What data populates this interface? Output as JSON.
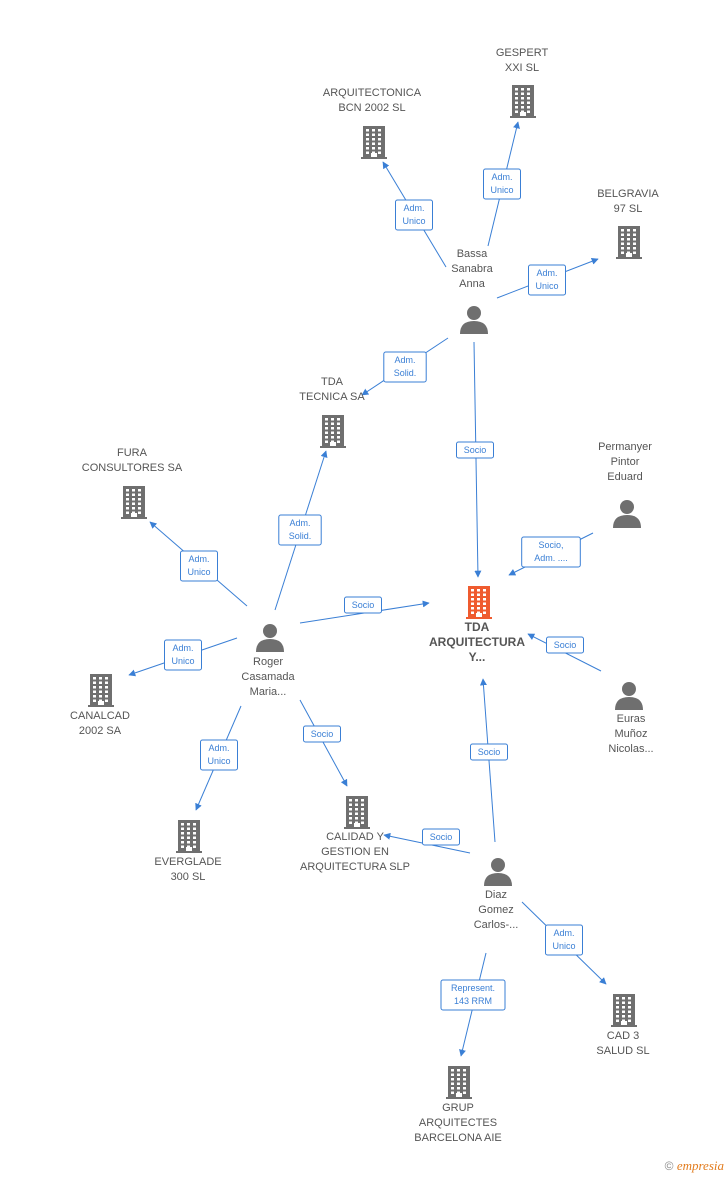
{
  "colors": {
    "accent": "#3a7fd5",
    "building": "#6f6f6f",
    "main_building": "#ef5b2f",
    "person": "#6f6f6f",
    "brand": "#e27c1e"
  },
  "nodes": [
    {
      "id": "tda-arq",
      "type": "company",
      "main": true,
      "lines": [
        "TDA",
        "ARQUITECTURA",
        "Y..."
      ]
    },
    {
      "id": "arq-bcn",
      "type": "company",
      "lines": [
        "ARQUITECTONICA",
        "BCN 2002 SL"
      ]
    },
    {
      "id": "gespert",
      "type": "company",
      "lines": [
        "GESPERT",
        "XXI SL"
      ]
    },
    {
      "id": "belgravia",
      "type": "company",
      "lines": [
        "BELGRAVIA",
        "97 SL"
      ]
    },
    {
      "id": "tda-tec",
      "type": "company",
      "lines": [
        "TDA",
        "TECNICA SA"
      ]
    },
    {
      "id": "fura",
      "type": "company",
      "lines": [
        "FURA",
        "CONSULTORES SA"
      ]
    },
    {
      "id": "canalcad",
      "type": "company",
      "lines": [
        "CANALCAD",
        "2002 SA"
      ]
    },
    {
      "id": "everglade",
      "type": "company",
      "lines": [
        "EVERGLADE",
        "300 SL"
      ]
    },
    {
      "id": "calidad",
      "type": "company",
      "lines": [
        "CALIDAD Y",
        "GESTION EN",
        "ARQUITECTURA SLP"
      ]
    },
    {
      "id": "cad3",
      "type": "company",
      "lines": [
        "CAD 3",
        "SALUD SL"
      ]
    },
    {
      "id": "grup",
      "type": "company",
      "lines": [
        "GRUP",
        "ARQUITECTES",
        "BARCELONA AIE"
      ]
    },
    {
      "id": "bassa",
      "type": "person",
      "lines": [
        "Bassa",
        "Sanabra",
        "Anna"
      ]
    },
    {
      "id": "permanyer",
      "type": "person",
      "lines": [
        "Permanyer",
        "Pintor",
        "Eduard"
      ]
    },
    {
      "id": "euras",
      "type": "person",
      "lines": [
        "Euras",
        "Muñoz",
        "Nicolas..."
      ]
    },
    {
      "id": "roger",
      "type": "person",
      "lines": [
        "Roger",
        "Casamada",
        "Maria..."
      ]
    },
    {
      "id": "diaz",
      "type": "person",
      "lines": [
        "Diaz",
        "Gomez",
        "Carlos-..."
      ]
    }
  ],
  "edges": [
    {
      "id": "bassa-arqbcn",
      "lines": [
        "Adm.",
        "Unico"
      ]
    },
    {
      "id": "bassa-gespert",
      "lines": [
        "Adm.",
        "Unico"
      ]
    },
    {
      "id": "bassa-belgravia",
      "lines": [
        "Adm.",
        "Unico"
      ]
    },
    {
      "id": "bassa-tdatec",
      "lines": [
        "Adm.",
        "Solid."
      ]
    },
    {
      "id": "bassa-tda",
      "lines": [
        "Socio"
      ]
    },
    {
      "id": "permanyer-tda",
      "lines": [
        "Socio,",
        "Adm. ...."
      ]
    },
    {
      "id": "euras-tda",
      "lines": [
        "Socio"
      ]
    },
    {
      "id": "roger-tdatec",
      "lines": [
        "Adm.",
        "Solid."
      ]
    },
    {
      "id": "roger-fura",
      "lines": [
        "Adm.",
        "Unico"
      ]
    },
    {
      "id": "roger-tda",
      "lines": [
        "Socio"
      ]
    },
    {
      "id": "roger-canalcad",
      "lines": [
        "Adm.",
        "Unico"
      ]
    },
    {
      "id": "roger-everglade",
      "lines": [
        "Adm.",
        "Unico"
      ]
    },
    {
      "id": "roger-calidad",
      "lines": [
        "Socio"
      ]
    },
    {
      "id": "diaz-tda",
      "lines": [
        "Socio"
      ]
    },
    {
      "id": "diaz-calidad",
      "lines": [
        "Socio"
      ]
    },
    {
      "id": "diaz-cad3",
      "lines": [
        "Adm.",
        "Unico"
      ]
    },
    {
      "id": "diaz-grup",
      "lines": [
        "Represent.",
        "143 RRM"
      ]
    }
  ],
  "footer": {
    "copyright": "©",
    "brand": "empresia"
  }
}
